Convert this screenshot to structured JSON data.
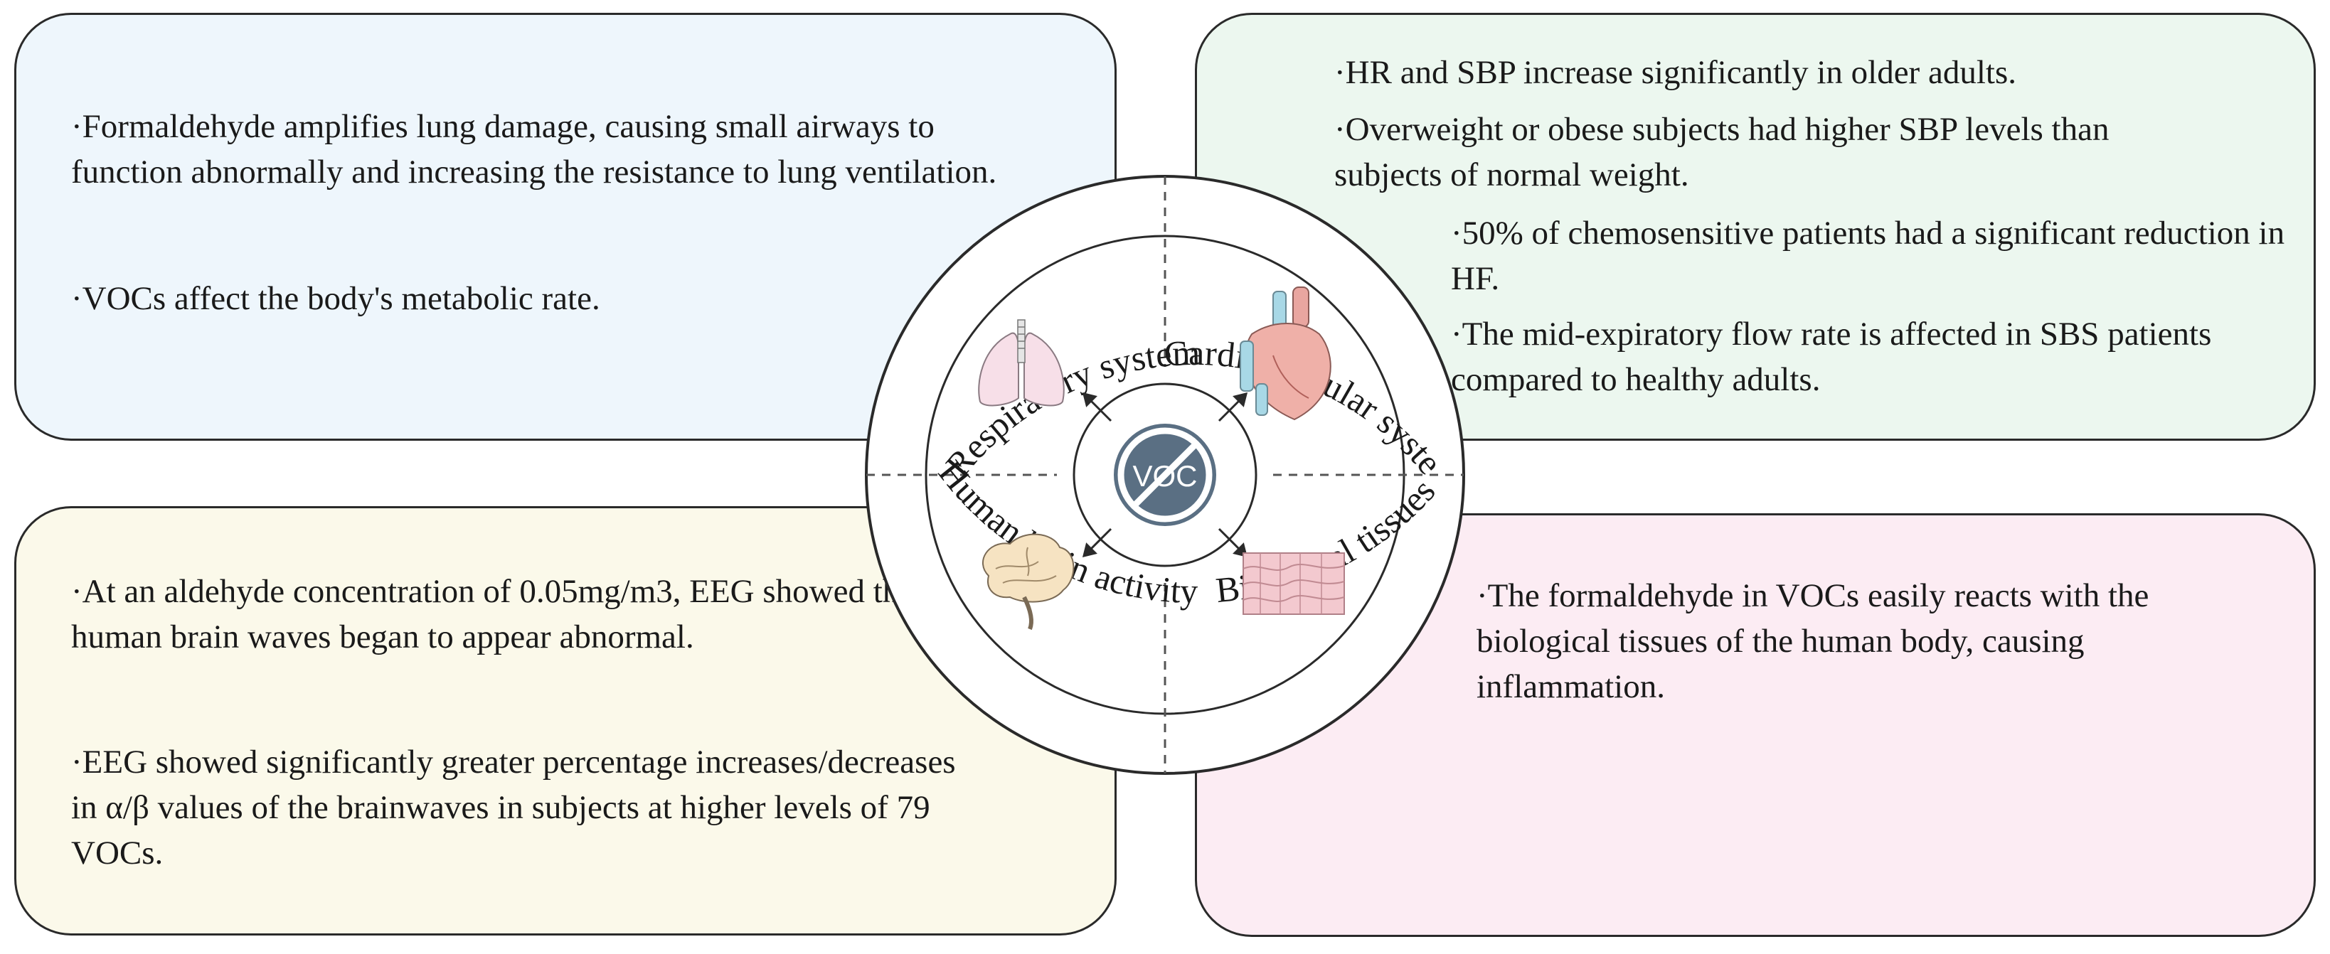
{
  "respiratory": {
    "title": "Respiratory system",
    "bullets": [
      "·Formaldehyde amplifies lung damage, causing small airways to function abnormally and increasing the resistance to lung ventilation.",
      "·VOCs affect the body's metabolic rate."
    ]
  },
  "cardiovascular": {
    "title": "Cardiovascular system",
    "bullets": [
      "·HR and SBP increase significantly in older adults.",
      "·Overweight or obese subjects had higher SBP levels than subjects of normal weight.",
      "·50% of chemosensitive patients had a significant reduction in HF.",
      "·The mid-expiratory flow rate is affected in SBS patients compared to healthy adults."
    ]
  },
  "brain": {
    "title": "Human brain activity",
    "bullets": [
      "·At an aldehyde concentration of 0.05mg/m3, EEG showed that human brain waves began to appear abnormal.",
      "·EEG showed significantly greater percentage increases/decreases in α/β values of the brainwaves in subjects at higher levels of 79 VOCs."
    ]
  },
  "tissues": {
    "title": "Biological tissues",
    "bullets": [
      "·The formaldehyde in VOCs easily reacts with the biological tissues of the human body, causing inflammation."
    ]
  },
  "center": {
    "label": "VOC"
  },
  "icons": [
    "lungs-icon",
    "heart-icon",
    "brain-icon",
    "tissue-icon",
    "no-voc-icon"
  ],
  "colors": {
    "respiratory_bg": "#eef6fc",
    "cardiovascular_bg": "#ecf7ef",
    "brain_bg": "#fbf9ea",
    "tissues_bg": "#fcecf3",
    "voc_badge": "#5a6f83"
  }
}
